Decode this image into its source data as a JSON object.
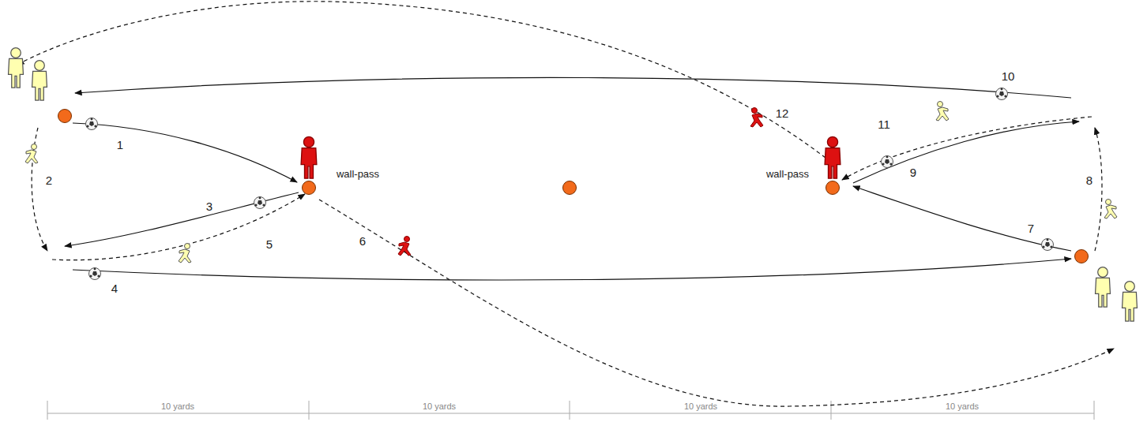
{
  "diagram": {
    "labels": [
      "1",
      "2",
      "3",
      "4",
      "5",
      "6",
      "7",
      "8",
      "9",
      "10",
      "11",
      "12",
      "wall-pass",
      "wall-pass",
      "10 yards",
      "10 yards",
      "10 yards",
      "10 yards"
    ]
  }
}
